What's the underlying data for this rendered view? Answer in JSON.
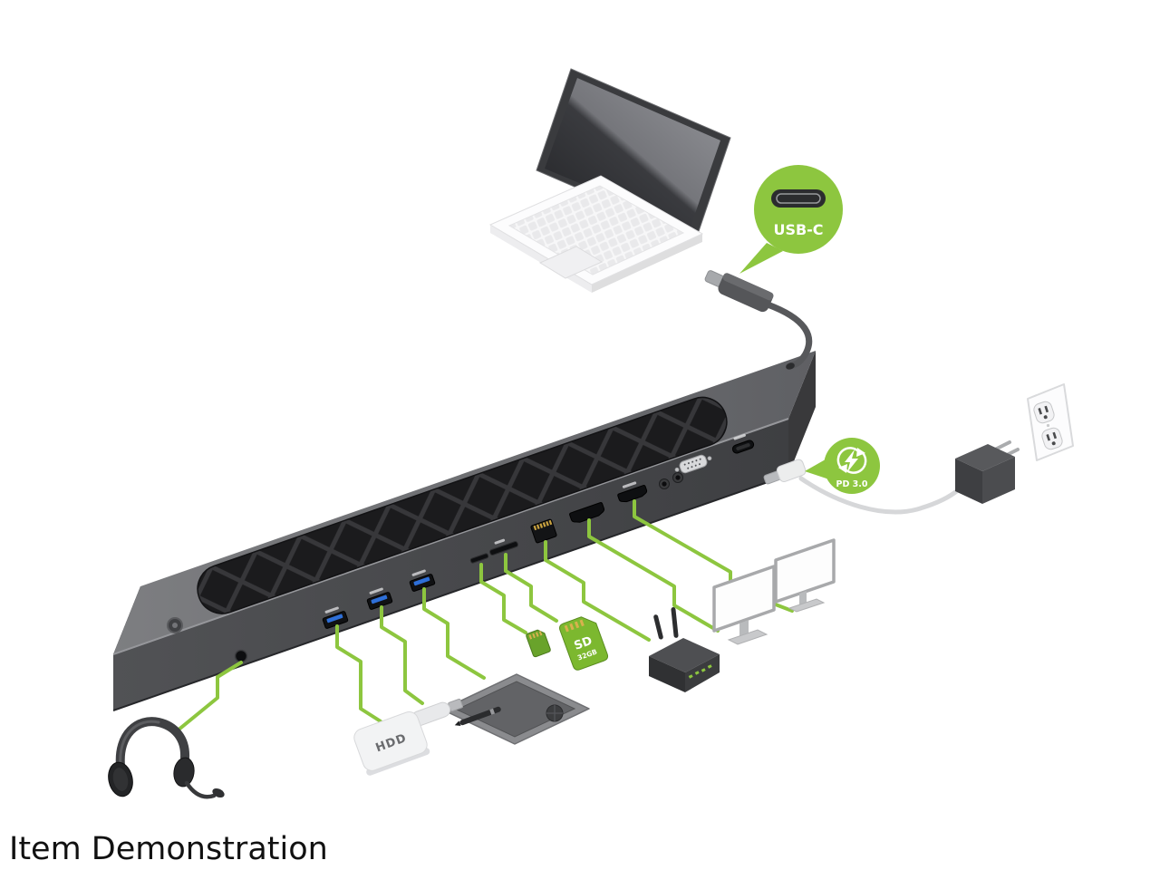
{
  "page": {
    "caption": "Item Demonstration",
    "background": "#ffffff"
  },
  "callouts": {
    "usb_c": {
      "label": "USB-C",
      "bubble_color": "#8dc63f",
      "text_color": "#ffffff"
    },
    "pd": {
      "label": "PD 3.0",
      "bubble_color": "#8dc63f",
      "text_color": "#ffffff"
    }
  },
  "peripherals": {
    "hdd": {
      "label": "HDD"
    },
    "sd_card": {
      "label": "SD",
      "capacity": "32GB"
    },
    "items": [
      "laptop",
      "usb-c-cable",
      "docking-station",
      "power-adapter",
      "wall-outlet",
      "monitor",
      "monitor",
      "wifi-router",
      "sd-card",
      "micro-sd-card",
      "graphics-tablet",
      "usb-flash-drive",
      "portable-hdd",
      "headset"
    ]
  },
  "dock": {
    "name": "usb-c-docking-station",
    "ports": [
      "headphone-jack",
      "usb-a",
      "usb-a",
      "usb-a",
      "micro-sd-slot",
      "sd-card-slot",
      "ethernet",
      "hdmi",
      "hdmi",
      "audio-jack",
      "audio-jack",
      "vga",
      "usb-c-pd"
    ]
  },
  "colors": {
    "accent_green": "#8dc63f",
    "usb_blue": "#2e6fd8",
    "sd_green": "#7cb82f",
    "micro_sd_green": "#69a32b",
    "cable_gray": "#d6d7d9",
    "text_black": "#111111"
  }
}
